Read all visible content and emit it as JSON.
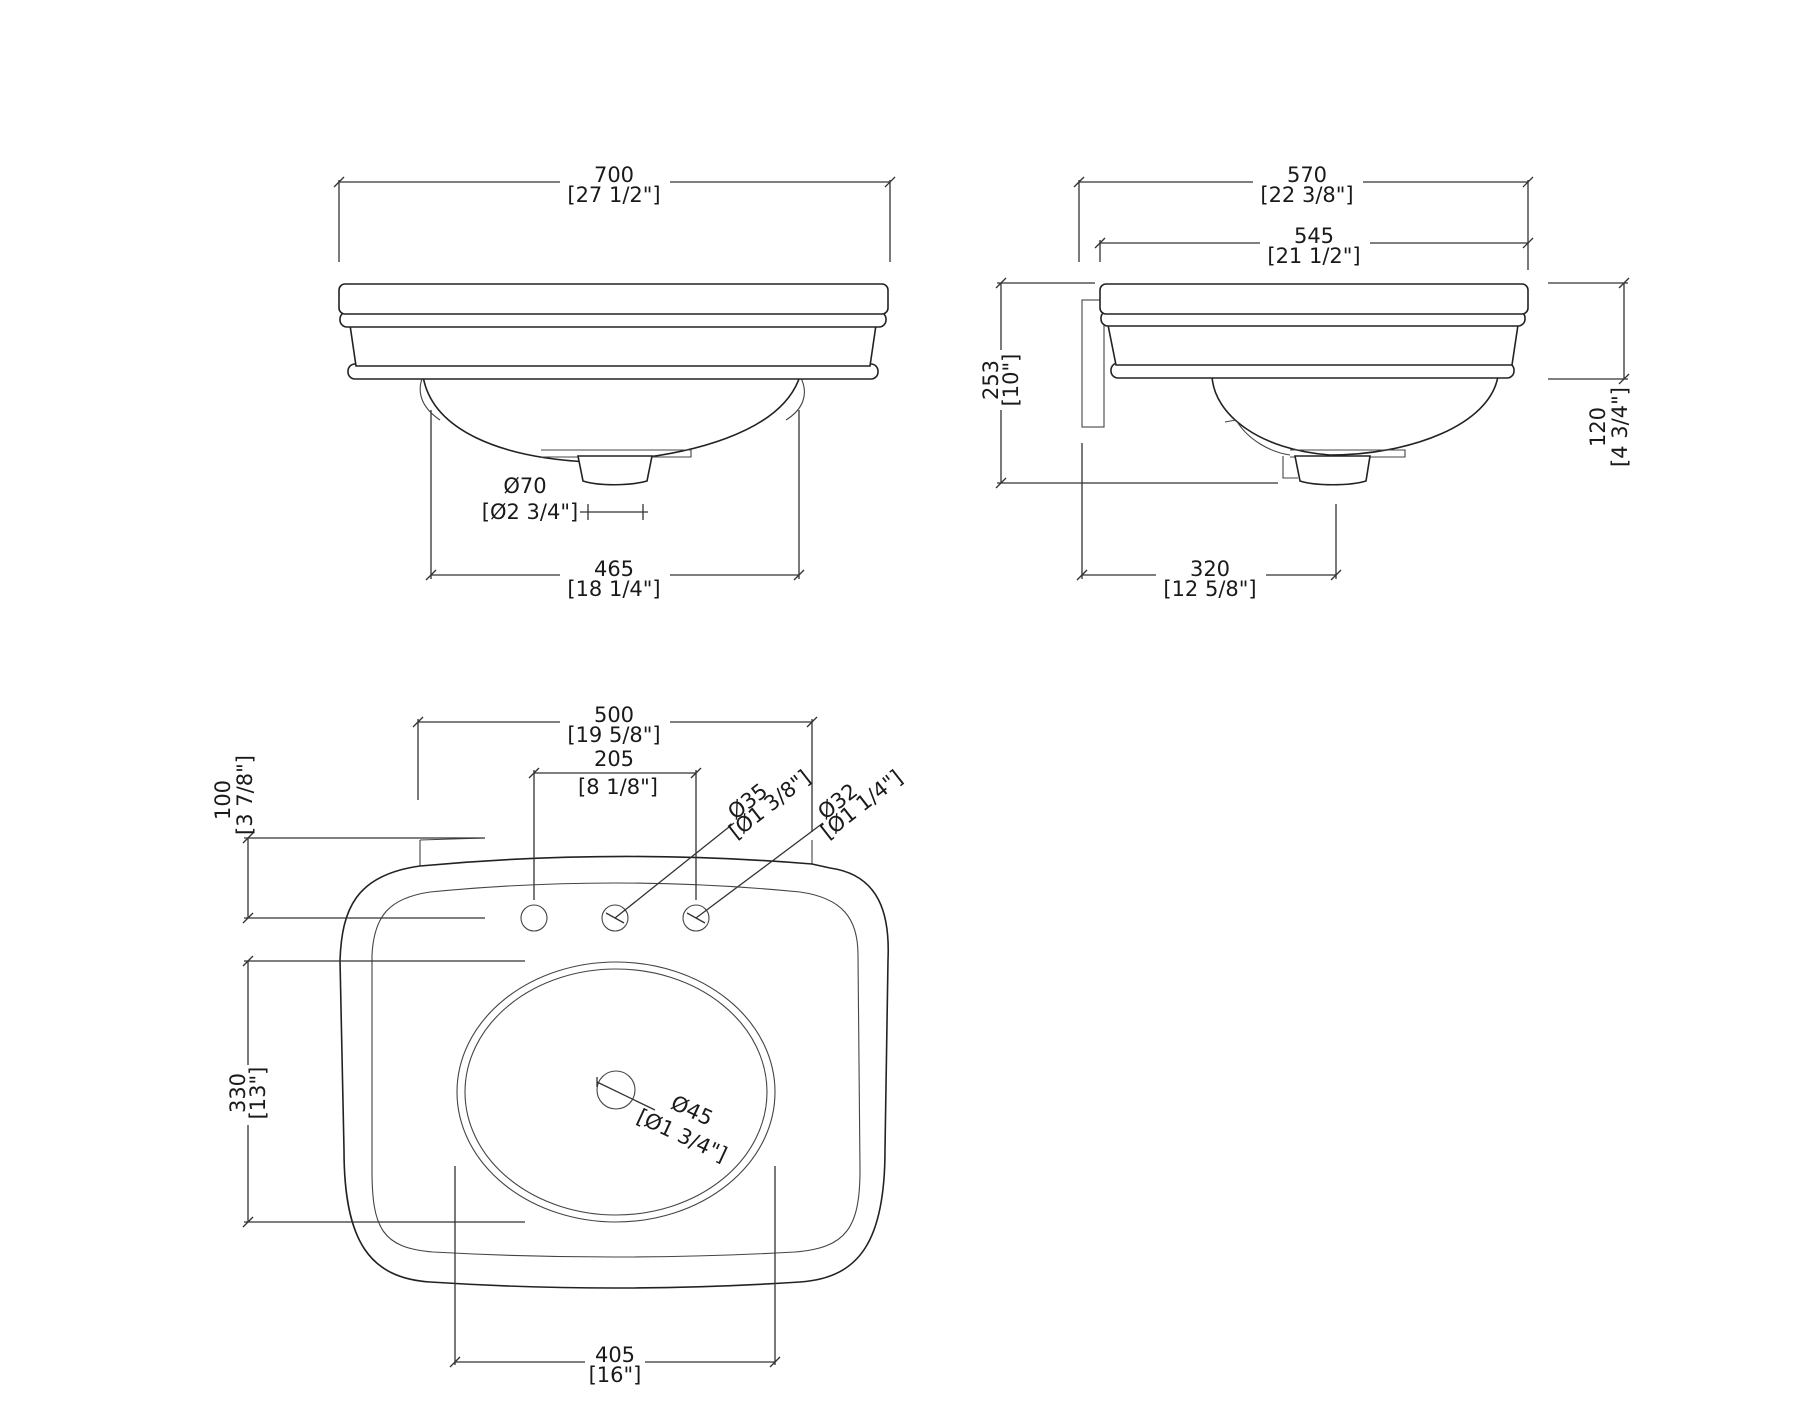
{
  "front_view": {
    "width_mm": "700",
    "width_in": "[27 1/2\"]",
    "bowl_width_mm": "465",
    "bowl_width_in": "[18 1/4\"]",
    "waste_mm": "Ø70",
    "waste_in": "[Ø2 3/4\"]"
  },
  "side_view": {
    "depth_mm": "570",
    "depth_in": "[22 3/8\"]",
    "rim_depth_mm": "545",
    "rim_depth_in": "[21 1/2\"]",
    "height_mm": "253",
    "height_in": "[10\"]",
    "rim_height_mm": "120",
    "rim_height_in": "[4 3/4\"]",
    "waste_offset_mm": "320",
    "waste_offset_in": "[12 5/8\"]"
  },
  "plan_view": {
    "back_width_mm": "500",
    "back_width_in": "[19 5/8\"]",
    "tap_spread_mm": "205",
    "tap_spread_in": "[8 1/8\"]",
    "tap_hole_mm": "Ø35",
    "tap_hole_in": "[Ø1 3/8\"]",
    "tap_hole2_mm": "Ø32",
    "tap_hole2_in": "[Ø1 1/4\"]",
    "tap_offset_mm": "100",
    "tap_offset_in": "[3 7/8\"]",
    "bowl_depth_mm": "330",
    "bowl_depth_in": "[13\"]",
    "drain_mm": "Ø45",
    "drain_in": "[Ø1 3/4\"]",
    "bowl_width_mm": "405",
    "bowl_width_in": "[16\"]"
  }
}
